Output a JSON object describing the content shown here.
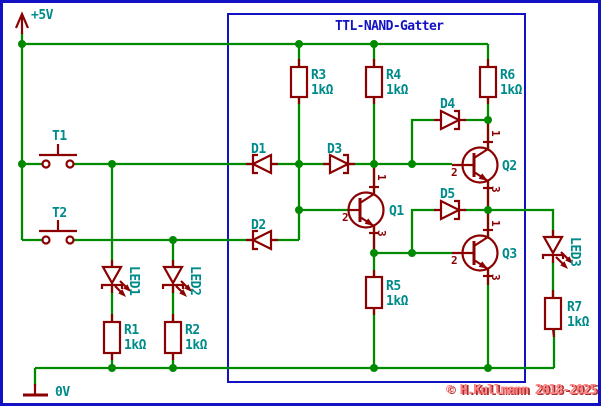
{
  "title": "TTL-NAND-Gatter",
  "copyright": "© H.Kullmann 2018-2025",
  "power": {
    "vcc": "+5V",
    "gnd": "0V"
  },
  "colors": {
    "wire": "#008A00",
    "component": "#8B0000",
    "label": "#008B8B",
    "frame": "#1212C4",
    "cpink": "#FF8080",
    "cdark": "#A83030",
    "bg": "#FFFFFF"
  },
  "switches": [
    {
      "ref": "T1"
    },
    {
      "ref": "T2"
    }
  ],
  "resistors": [
    {
      "ref": "R1",
      "value": "1kΩ"
    },
    {
      "ref": "R2",
      "value": "1kΩ"
    },
    {
      "ref": "R3",
      "value": "1kΩ"
    },
    {
      "ref": "R4",
      "value": "1kΩ"
    },
    {
      "ref": "R5",
      "value": "1kΩ"
    },
    {
      "ref": "R6",
      "value": "1kΩ"
    },
    {
      "ref": "R7",
      "value": "1kΩ"
    }
  ],
  "diodes": [
    {
      "ref": "D1"
    },
    {
      "ref": "D2"
    },
    {
      "ref": "D3"
    },
    {
      "ref": "D4"
    },
    {
      "ref": "D5"
    }
  ],
  "leds": [
    {
      "ref": "LED1"
    },
    {
      "ref": "LED2"
    },
    {
      "ref": "LED3"
    }
  ],
  "transistors": [
    {
      "ref": "Q1",
      "pins": {
        "collector": "1",
        "base": "2",
        "emitter": "3"
      }
    },
    {
      "ref": "Q2",
      "pins": {
        "collector": "1",
        "base": "2",
        "emitter": "3"
      }
    },
    {
      "ref": "Q3",
      "pins": {
        "collector": "1",
        "base": "2",
        "emitter": "3"
      }
    }
  ]
}
